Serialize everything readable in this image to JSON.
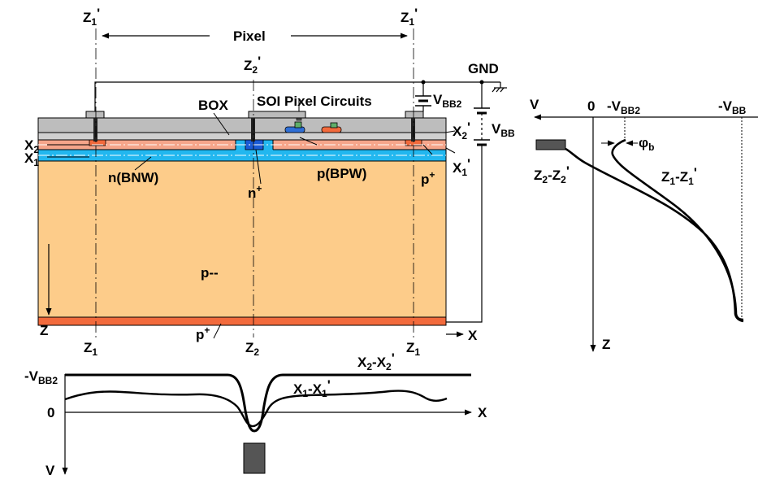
{
  "labels": {
    "z1p_left": {
      "main": "Z",
      "sub": "1",
      "post": "'"
    },
    "z1p_right": {
      "main": "Z",
      "sub": "1",
      "post": "'"
    },
    "z2p": {
      "main": "Z",
      "sub": "2",
      "post": "'"
    },
    "pixel": "Pixel",
    "gnd": "GND",
    "vbb2": {
      "main": "V",
      "sub": "BB2"
    },
    "vbb": {
      "main": "V",
      "sub": "BB"
    },
    "box": "BOX",
    "soi": "SOI Pixel Circuits",
    "x2": {
      "main": "X",
      "sub": "2"
    },
    "x2p": {
      "main": "X",
      "sub": "2",
      "post": "'"
    },
    "x1": {
      "main": "X",
      "sub": "1"
    },
    "x1p": {
      "main": "X",
      "sub": "1",
      "post": "'"
    },
    "bnw": "n(BNW)",
    "nplus": {
      "main": "n",
      "sup": "+"
    },
    "bpw": "p(BPW)",
    "pplus_right": {
      "main": "p",
      "sup": "+"
    },
    "pminus": "p--",
    "pplus_bottom": {
      "main": "p",
      "sup": "+"
    },
    "z_axis_left": "Z",
    "z1_bottom_left": {
      "main": "Z",
      "sub": "1"
    },
    "z2_bottom": {
      "main": "Z",
      "sub": "2"
    },
    "z1_bottom_right": {
      "main": "Z",
      "sub": "1"
    },
    "x_axis_top": "X",
    "bottom_plot": {
      "ytick_vbb2": {
        "main": "-V",
        "sub": "BB2"
      },
      "ytick_zero": "0",
      "curve_x2": {
        "main": "X",
        "sub": "2",
        "mid": "-X",
        "sub2": "2",
        "post": "'"
      },
      "curve_x1": {
        "main": "X",
        "sub": "1",
        "mid": "-X",
        "sub2": "1",
        "post": "'"
      },
      "x_axis": "X",
      "y_axis": "V"
    },
    "right_plot": {
      "v_axis": "V",
      "tick_zero": "0",
      "tick_vbb2": {
        "main": "-V",
        "sub": "BB2"
      },
      "tick_vbb": {
        "main": "-V",
        "sub": "BB"
      },
      "phi": {
        "main": "φ",
        "sub": "b"
      },
      "curve_z2": {
        "main": "Z",
        "sub": "2",
        "mid": "-Z",
        "sub2": "2",
        "post": "'"
      },
      "curve_z1": {
        "main": "Z",
        "sub": "1",
        "mid": "-Z",
        "sub2": "1",
        "post": "'"
      },
      "z_axis": "Z"
    }
  },
  "colors": {
    "substrate": "#fdcc8a",
    "bnw": "#22b7ef",
    "bpw": "#f5a58a",
    "box": "#d0d0d0",
    "top": "#bdbdbd",
    "p_plus": "#f26a3c",
    "n_plus": "#1a5bd6",
    "dark": "#555555"
  }
}
